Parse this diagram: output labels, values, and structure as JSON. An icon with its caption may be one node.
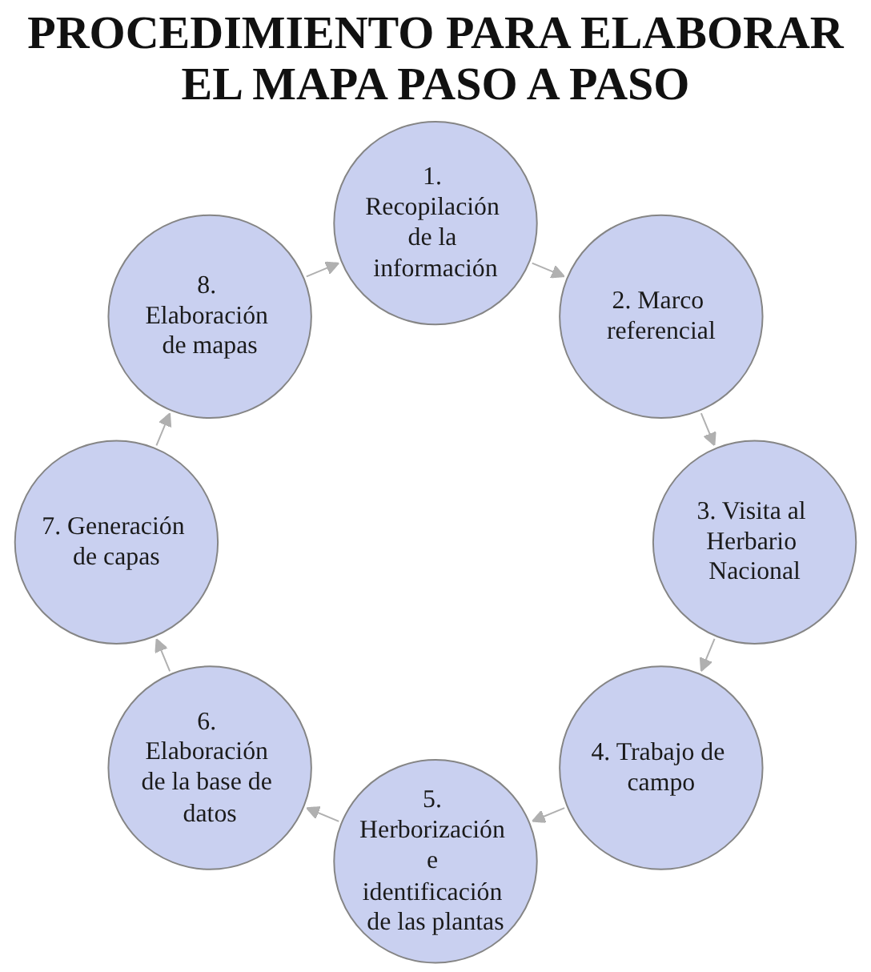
{
  "diagram": {
    "title": "PROCEDIMIENTO PARA ELABORAR EL MAPA PASO A PASO",
    "nodes": [
      {
        "text": [
          "1. Recopilación de la información"
        ]
      },
      {
        "text": [
          "2. Marco referencial"
        ]
      },
      {
        "text": [
          "3. Visita al Herbario Nacional"
        ]
      },
      {
        "text": [
          "4. Trabajo de campo"
        ]
      },
      {
        "text": [
          "5. Herborización e identificación de las plantas"
        ]
      },
      {
        "text": [
          "6. Elaboración de la base de datos"
        ]
      },
      {
        "text": [
          "7. Generación de capas"
        ]
      },
      {
        "text": [
          "8. Elaboración de mapas"
        ]
      }
    ],
    "edges": [
      {
        "from": 0,
        "to": 1,
        "arrow": "to"
      },
      {
        "from": 1,
        "to": 2,
        "arrow": "to"
      },
      {
        "from": 2,
        "to": 3,
        "arrow": "to"
      },
      {
        "from": 3,
        "to": 4,
        "arrow": "to"
      },
      {
        "from": 4,
        "to": 5,
        "arrow": "to"
      },
      {
        "from": 5,
        "to": 6,
        "arrow": "to"
      },
      {
        "from": 6,
        "to": 7,
        "arrow": "to"
      },
      {
        "from": 7,
        "to": 0,
        "arrow": "to"
      }
    ]
  }
}
